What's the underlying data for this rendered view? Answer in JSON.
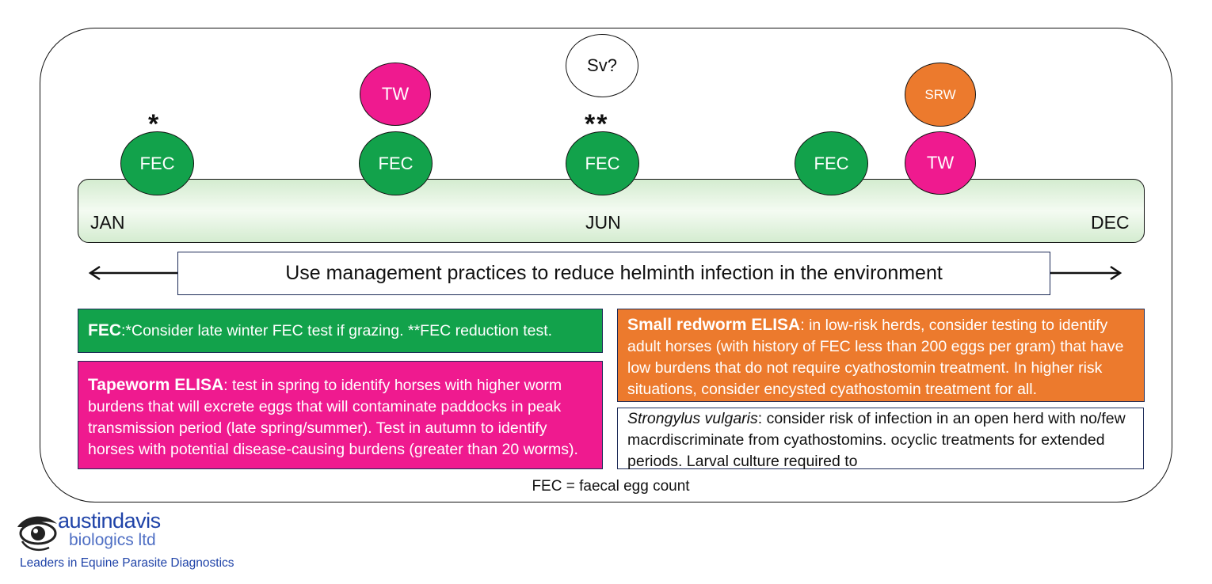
{
  "timeline": {
    "months": {
      "start": "JAN",
      "mid": "JUN",
      "end": "DEC"
    },
    "circles": {
      "fec1": "FEC",
      "fec2": "FEC",
      "fec3": "FEC",
      "fec4": "FEC",
      "tw1": "TW",
      "tw2": "TW",
      "srw": "SRW",
      "sv": "Sv?"
    },
    "marks": {
      "single": "*",
      "double": "**"
    },
    "colors": {
      "fec": "#12a24b",
      "tw": "#ef1a8f",
      "srw": "#ec7a2d",
      "timeline": "#d4ecd0"
    }
  },
  "management": "Use management practices to reduce helminth infection in the environment",
  "boxes": {
    "fec": {
      "title": "FEC",
      "text": ":*Consider late winter FEC test if grazing. **FEC reduction test."
    },
    "tapeworm": {
      "title": "Tapeworm ELISA",
      "text": ": test in spring to identify horses with higher worm burdens that will excrete eggs that will contaminate paddocks in peak transmission period (late spring/summer). Test in autumn to identify horses with potential disease-causing burdens (greater than 20 worms)."
    },
    "redworm": {
      "title": "Small redworm ELISA",
      "text": ": in low-risk herds, consider testing to identify adult horses (with history of FEC less than 200 eggs per gram) that have low burdens that do not require cyathostomin treatment. In higher risk situations, consider encysted cyathostomin treatment for all."
    },
    "strongylus": {
      "title": "Strongylus vulgaris",
      "text": ": consider risk of infection in an open herd with no/few macrdiscriminate from cyathostomins. ocyclic treatments for extended periods. Larval culture required to"
    }
  },
  "footnote": "FEC = faecal egg count",
  "branding": {
    "name_line1": "austindavis",
    "name_line2": "biologics ltd",
    "tagline": "Leaders in Equine Parasite Diagnostics"
  }
}
